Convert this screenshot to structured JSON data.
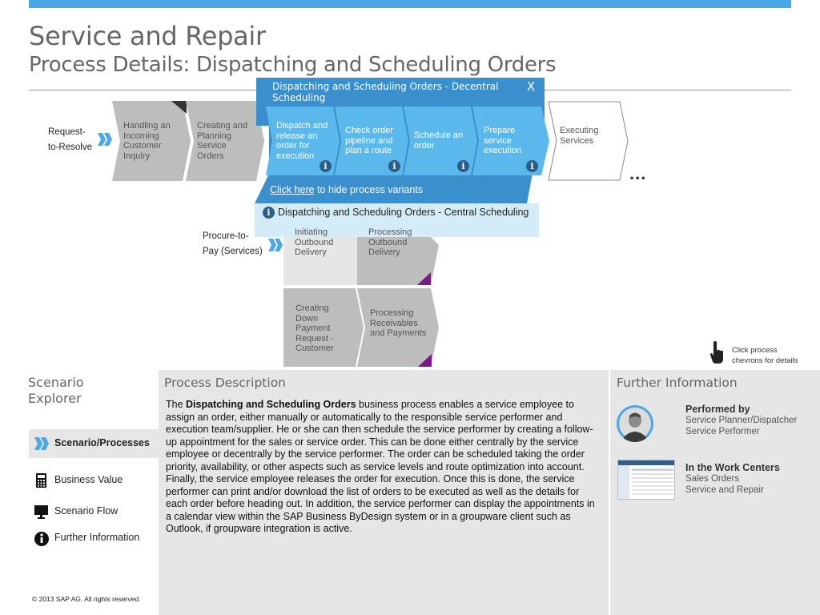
{
  "header": {
    "title": "Service and Repair",
    "subtitle": "Process Details: Dispatching and Scheduling Orders"
  },
  "flow": {
    "entry_main": [
      "Request-",
      "to-Resolve"
    ],
    "entry_procure": [
      "Procure-to-",
      "Pay (Services)"
    ],
    "steps": [
      "Handling an Incoming Customer Inquiry",
      "Creating and Planning Service Orders",
      "Executing Services"
    ],
    "ellipsis": "...",
    "procure_steps": [
      "Initiating Outbound Delivery",
      "Processing Outbound Delivery",
      "Creating Down Payment Request - Customer",
      "Processing Receivables and Payments"
    ]
  },
  "popup": {
    "title": "Dispatching and Scheduling Orders - Decentral Scheduling",
    "close_label": "X",
    "steps": [
      "Dispatch and release an order for execution",
      "Check order pipeline and plan a route",
      "Schedule an order",
      "Prepare service execution"
    ],
    "info_glyph": "i",
    "hide_link": "Click here",
    "hide_text": " to hide process variants",
    "variant": "Dispatching and Scheduling Orders - Central Scheduling"
  },
  "hint": {
    "line1": "Click process",
    "line2": "chevrons for details"
  },
  "explorer": {
    "title_line1": "Scenario",
    "title_line2": "Explorer",
    "items": [
      {
        "label": "Scenario/Processes",
        "icon": "double-chevron-icon"
      },
      {
        "label": "Business Value",
        "icon": "calculator-icon"
      },
      {
        "label": "Scenario Flow",
        "icon": "monitor-icon"
      },
      {
        "label": "Further Information",
        "icon": "info-icon"
      }
    ]
  },
  "description": {
    "title": "Process Description",
    "p1_pre": "The ",
    "p1_bold": "Dispatching and Scheduling Orders",
    "p1_post": " business process enables a service employee to assign an order, either manually or automatically to the responsible service performer and execution team/supplier. He or she can then schedule the service performer by creating a follow-up appointment for the sales or service order. This can be done either centrally by the service employee or decentrally by the service performer. The order can be scheduled taking the order priority, availability, or other aspects such as service levels and route optimization into account.",
    "p2": "Finally, the service employee releases the order for execution. Once this is done, the service performer can print and/or download the list of orders to be executed as well as the details for each order before heading out. In addition, the service performer can display the appointments in a calendar view within the SAP Business ByDesign system or in a groupware client such as Outlook, if groupware integration is active."
  },
  "further_info": {
    "title": "Further Information",
    "performed_by_heading": "Performed by",
    "performed_by": [
      "Service Planner/Dispatcher",
      "Service Performer"
    ],
    "work_centers_heading": "In the Work Centers",
    "work_centers": [
      "Sales Orders",
      "Service and Repair"
    ]
  },
  "footer": {
    "copyright": "© 2013 SAP AG. All rights reserved."
  },
  "colors": {
    "accent": "#4aa8e8",
    "popup_blue": "#3a8fcc",
    "step_light": "#5ab8ec",
    "chevron_gray": "#bdbdbd",
    "purple_marker": "#7a1a8a"
  }
}
